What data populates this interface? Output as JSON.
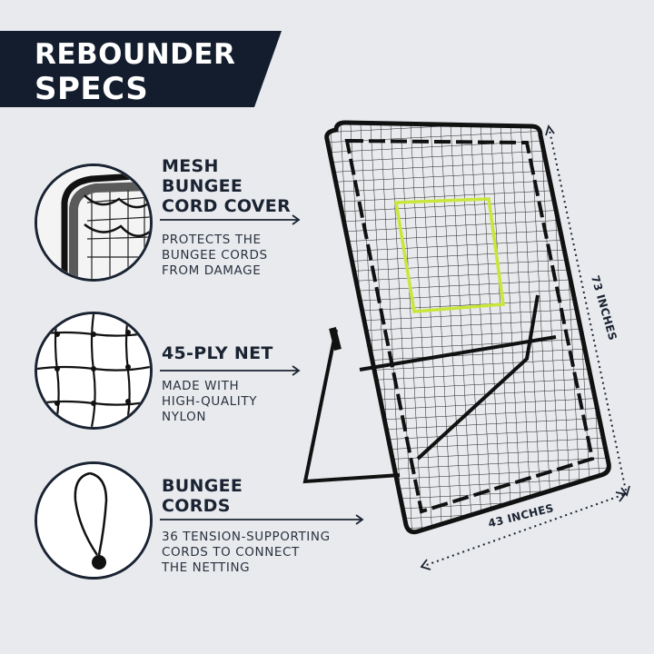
{
  "banner": {
    "line1": "REBOUNDER",
    "line2": "SPECS",
    "bg_color": "#141d2e"
  },
  "features": [
    {
      "icon": "mesh-cover-closeup",
      "title_lines": [
        "MESH",
        "BUNGEE",
        "CORD COVER"
      ],
      "desc_lines": [
        "PROTECTS THE",
        "BUNGEE CORDS",
        "FROM DAMAGE"
      ]
    },
    {
      "icon": "net-closeup",
      "title_lines": [
        "45-PLY NET"
      ],
      "desc_lines": [
        "MADE WITH",
        "HIGH-QUALITY",
        "NYLON"
      ]
    },
    {
      "icon": "bungee-cord-closeup",
      "title_lines": [
        "BUNGEE",
        "CORDS"
      ],
      "desc_lines": [
        "36 TENSION-SUPPORTING",
        "CORDS TO CONNECT",
        "THE NETTING"
      ]
    }
  ],
  "dimensions": {
    "height": "73 INCHES",
    "width": "43 INCHES"
  },
  "colors": {
    "background": "#e8eaed",
    "navy": "#141d2e",
    "target_green": "#c8e63c"
  }
}
